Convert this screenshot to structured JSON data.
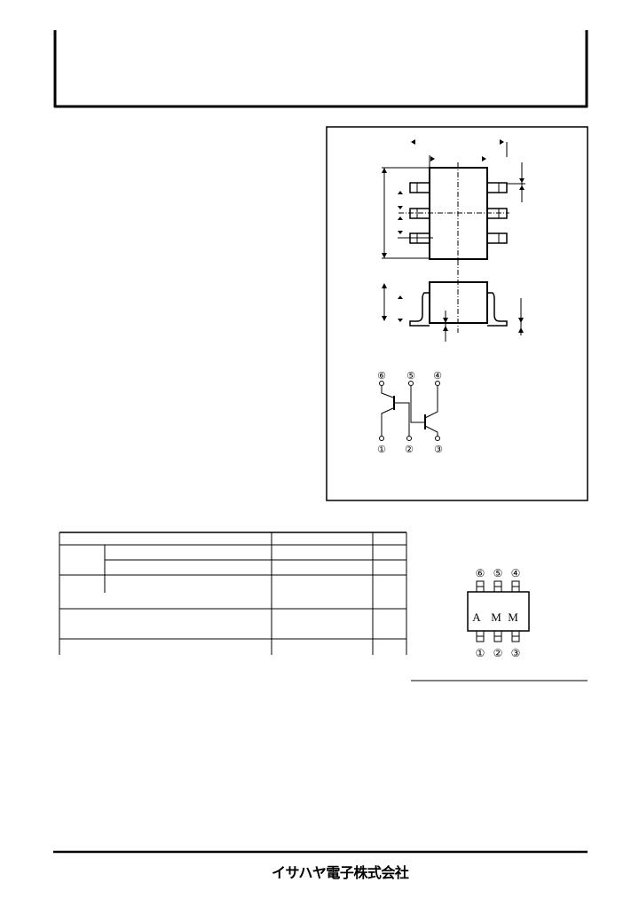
{
  "pinout": {
    "top_pins": [
      "⑥",
      "⑤",
      "④"
    ],
    "bottom_pins": [
      "①",
      "②",
      "③"
    ]
  },
  "circuit": {
    "top_pins": [
      "⑥",
      "⑤",
      "④"
    ],
    "bottom_pins": [
      "①",
      "②",
      "③"
    ]
  },
  "marking": {
    "text": [
      "A",
      "M",
      "M"
    ]
  },
  "footer": {
    "company": "イサハヤ電子株式会社"
  }
}
